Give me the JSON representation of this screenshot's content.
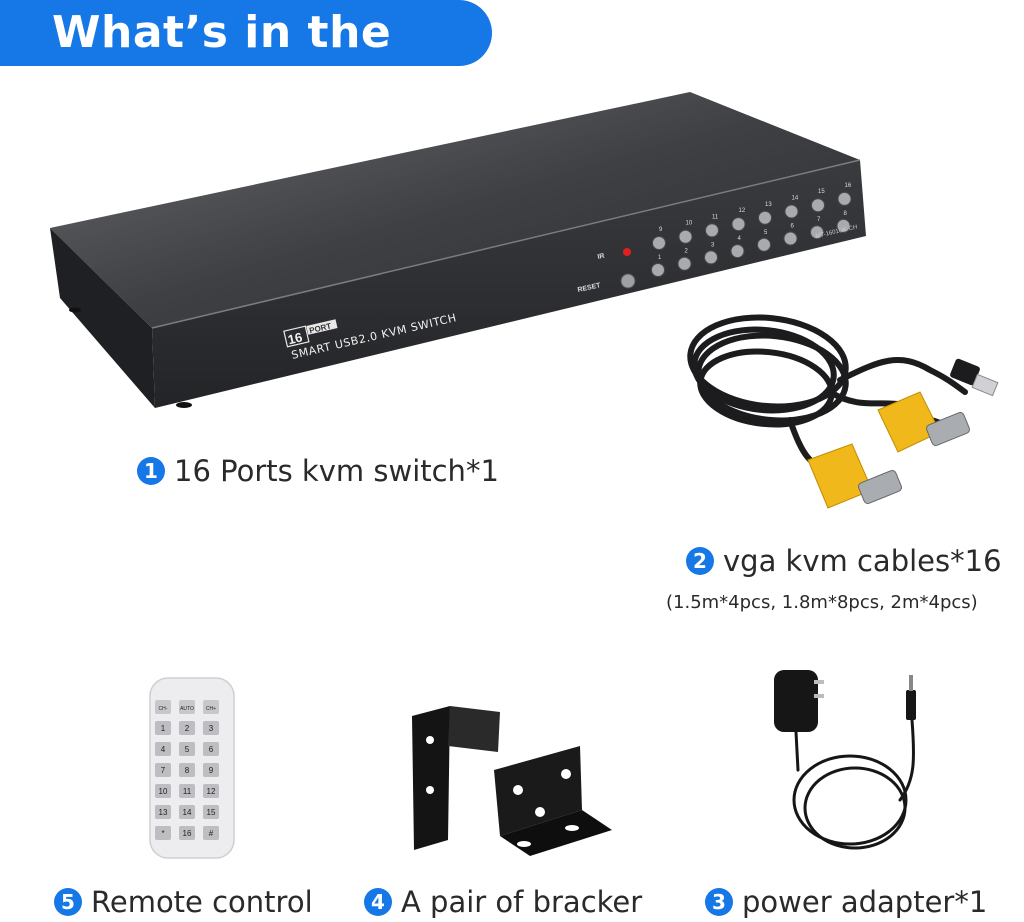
{
  "header": {
    "title": "What’s in the box"
  },
  "items": [
    {
      "number": "1",
      "label": "16 Ports kvm switch*1"
    },
    {
      "number": "2",
      "label": "vga kvm cables*16",
      "detail": "(1.5m*4pcs, 1.8m*8pcs, 2m*4pcs)"
    },
    {
      "number": "5",
      "label": "Remote control"
    },
    {
      "number": "4",
      "label": "A pair of bracker"
    },
    {
      "number": "3",
      "label": "power adapter*1"
    }
  ],
  "device": {
    "badge_number": "16",
    "badge_word": "PORT",
    "model_line": "SMART USB2.0 KVM SWITCH",
    "model_code": "MT-1601UK-CH",
    "ir_label": "IR",
    "reset_label": "RESET",
    "top_port_labels": [
      "9",
      "10",
      "11",
      "12",
      "13",
      "14",
      "15",
      "16"
    ],
    "bottom_port_labels": [
      "1",
      "2",
      "3",
      "4",
      "5",
      "6",
      "7",
      "8"
    ]
  },
  "remote": {
    "top_keys": [
      "CH-",
      "AUTO",
      "CH+"
    ],
    "keys": [
      "1",
      "2",
      "3",
      "4",
      "5",
      "6",
      "7",
      "8",
      "9",
      "10",
      "11",
      "12",
      "13",
      "14",
      "15",
      "*",
      "16",
      "#"
    ]
  }
}
